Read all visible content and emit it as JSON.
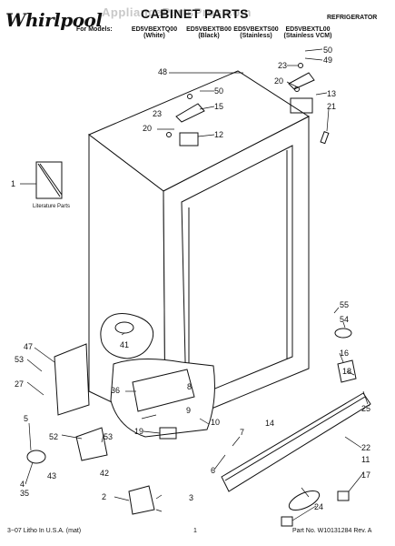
{
  "header": {
    "brand": "Whirlpool",
    "watermark": "AppliancePartsPros.com",
    "title": "CABINET PARTS",
    "category": "REFRIGERATOR",
    "models_prefix": "For Models:",
    "models": [
      {
        "code": "ED5VBEXTQ00",
        "finish": "(White)"
      },
      {
        "code": "ED5VBEXTB00",
        "finish": "(Black)"
      },
      {
        "code": "ED5VBEXTS00",
        "finish": "(Stainless)"
      },
      {
        "code": "ED5VBEXTL00",
        "finish": "(Stainless VCM)"
      }
    ]
  },
  "literature_label": "Literature Parts",
  "callouts": [
    "1",
    "2",
    "3",
    "4",
    "5",
    "6",
    "7",
    "8",
    "9",
    "10",
    "11",
    "12",
    "13",
    "14",
    "15",
    "16",
    "17",
    "18",
    "19",
    "20",
    "20",
    "21",
    "22",
    "23",
    "23",
    "24",
    "25",
    "27",
    "35",
    "36",
    "41",
    "42",
    "43",
    "47",
    "48",
    "49",
    "50",
    "50",
    "52",
    "53",
    "53",
    "54",
    "55"
  ],
  "footer": {
    "left": "3−07 Litho In U.S.A. (mat)",
    "page": "1",
    "right": "Part No. W10131284 Rev. A"
  }
}
